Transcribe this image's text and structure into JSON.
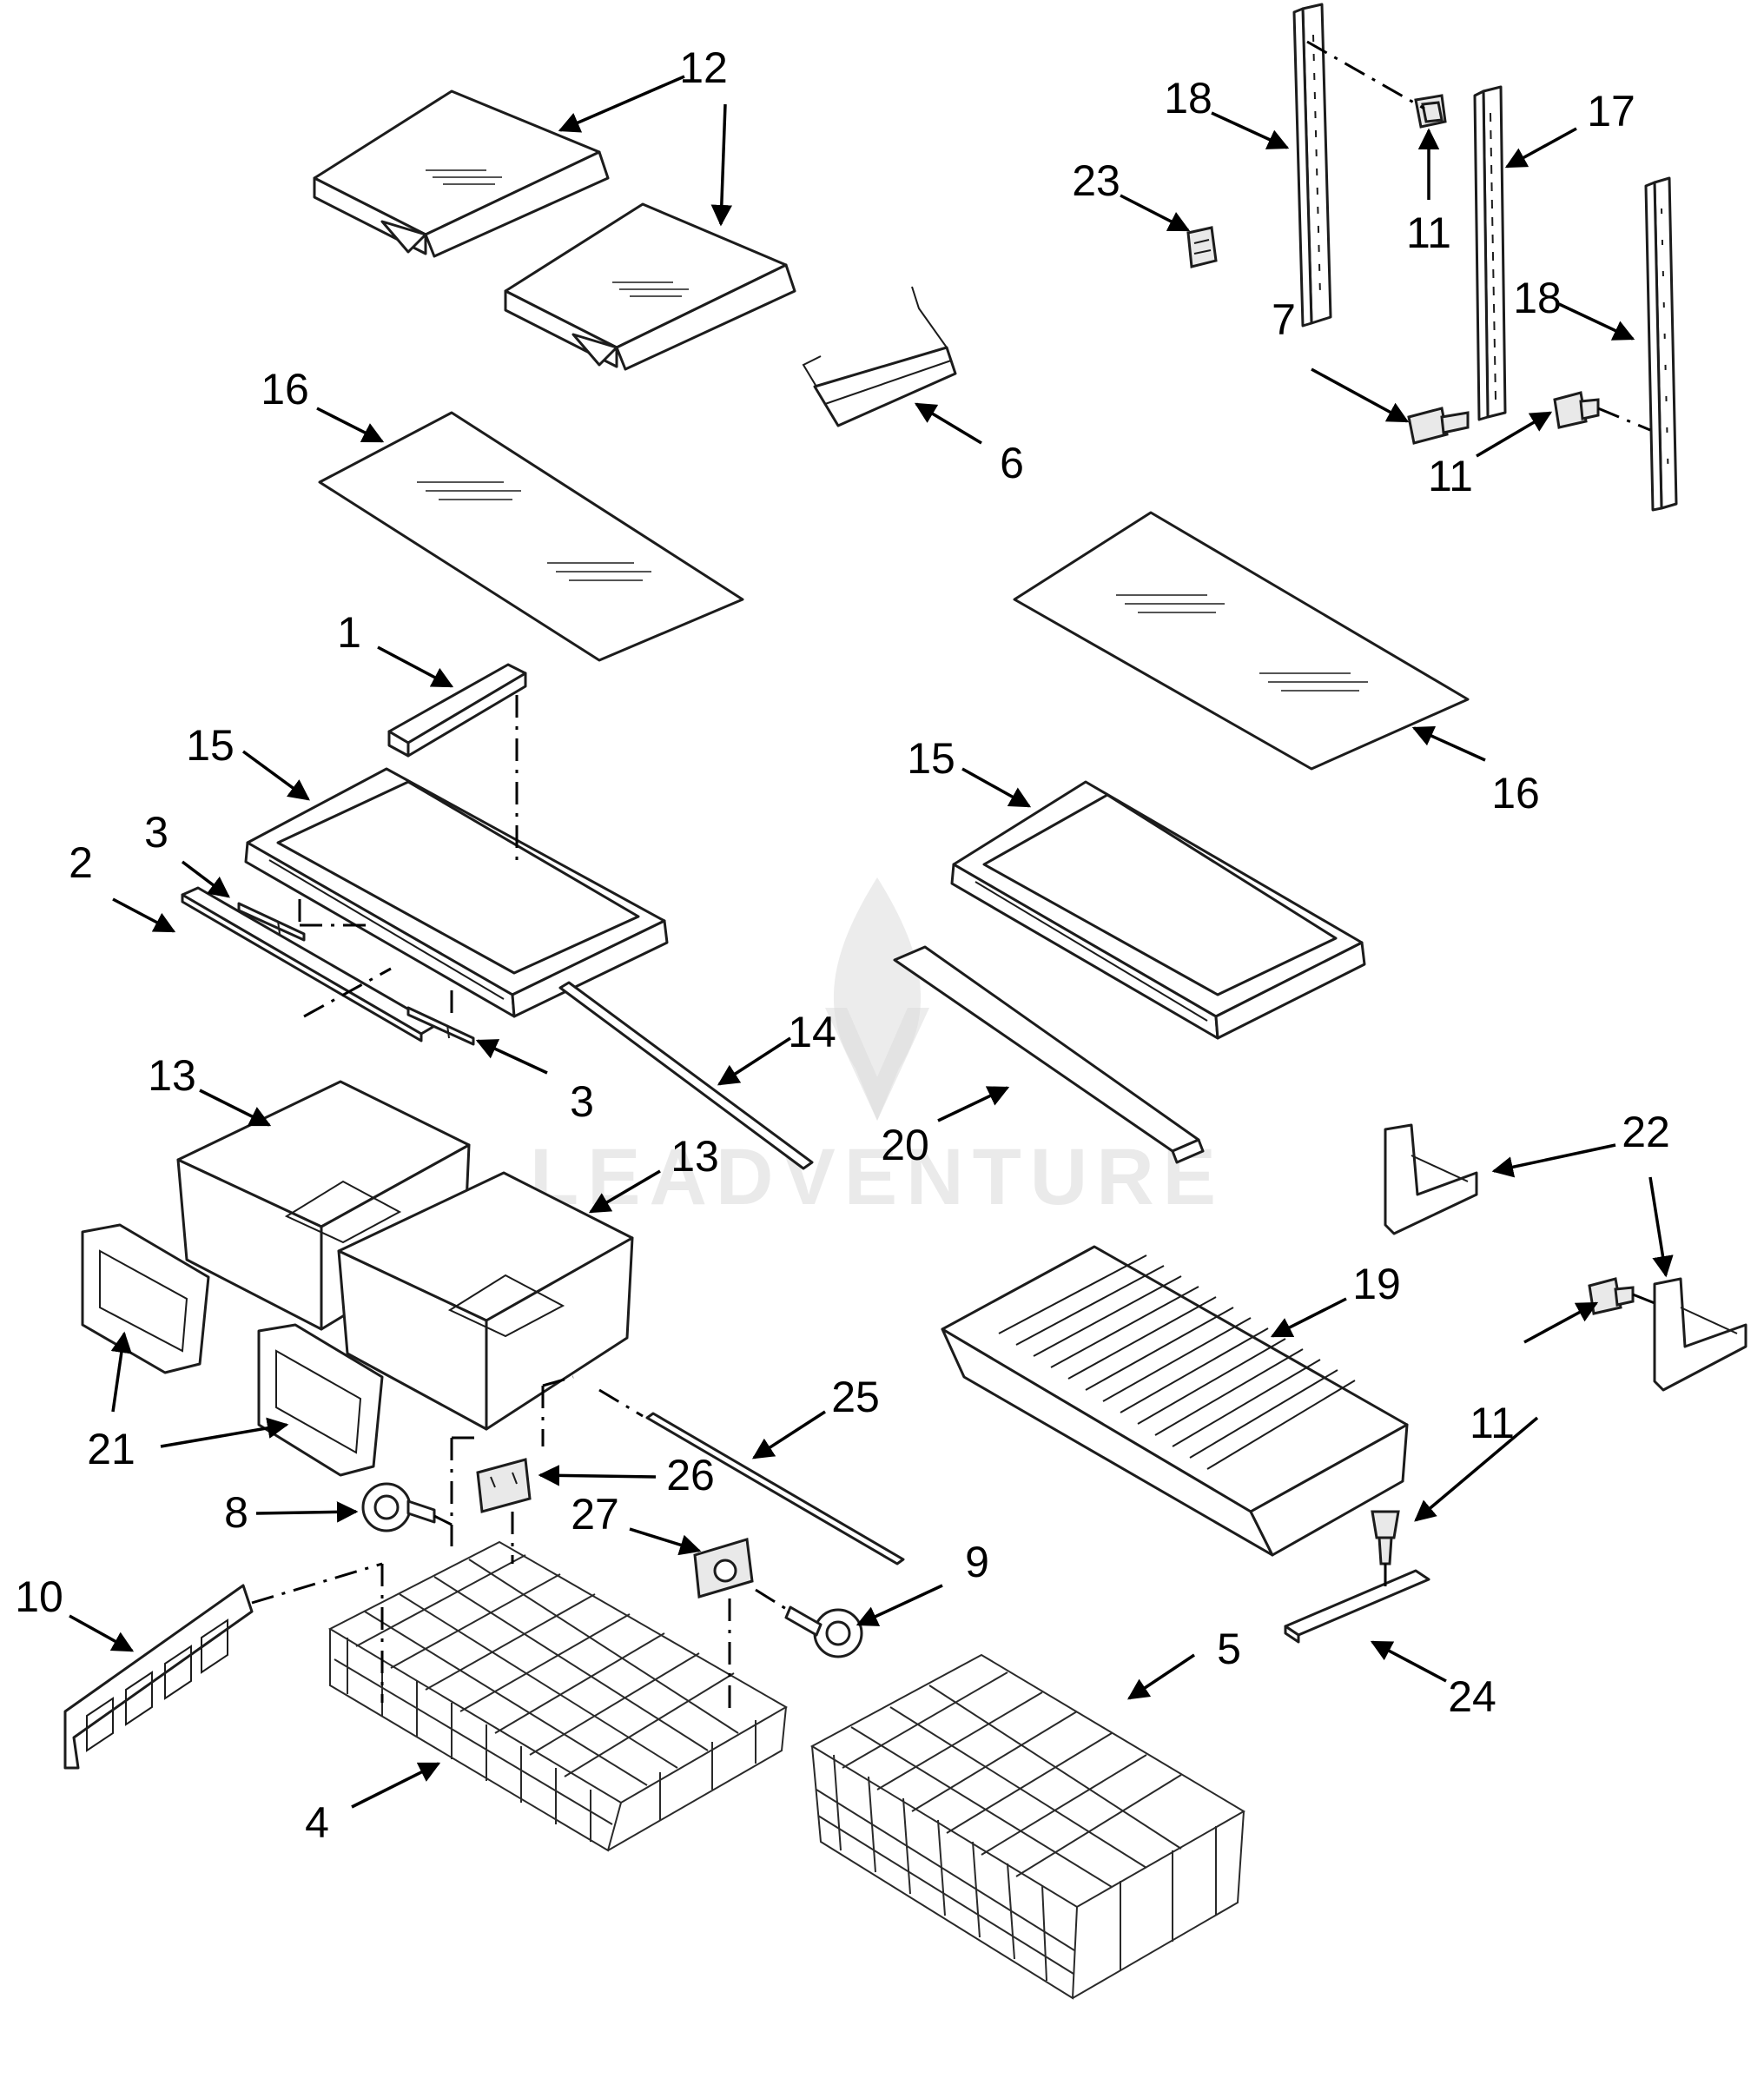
{
  "watermark": {
    "text": "LEADVENTURE"
  },
  "callouts": [
    {
      "id": "c12a",
      "label": "12"
    },
    {
      "id": "c18a",
      "label": "18"
    },
    {
      "id": "c17",
      "label": "17"
    },
    {
      "id": "c23",
      "label": "23"
    },
    {
      "id": "c11a",
      "label": "11"
    },
    {
      "id": "c18b",
      "label": "18"
    },
    {
      "id": "c7",
      "label": "7"
    },
    {
      "id": "c11b",
      "label": "11"
    },
    {
      "id": "c16a",
      "label": "16"
    },
    {
      "id": "c6",
      "label": "6"
    },
    {
      "id": "c1",
      "label": "1"
    },
    {
      "id": "c15a",
      "label": "15"
    },
    {
      "id": "c15b",
      "label": "15"
    },
    {
      "id": "c16b",
      "label": "16"
    },
    {
      "id": "c3a",
      "label": "3"
    },
    {
      "id": "c2",
      "label": "2"
    },
    {
      "id": "c3b",
      "label": "3"
    },
    {
      "id": "c14",
      "label": "14"
    },
    {
      "id": "c13a",
      "label": "13"
    },
    {
      "id": "c13b",
      "label": "13"
    },
    {
      "id": "c20",
      "label": "20"
    },
    {
      "id": "c22",
      "label": "22"
    },
    {
      "id": "c19",
      "label": "19"
    },
    {
      "id": "c21",
      "label": "21"
    },
    {
      "id": "c25",
      "label": "25"
    },
    {
      "id": "c11c",
      "label": "11"
    },
    {
      "id": "c26",
      "label": "26"
    },
    {
      "id": "c8",
      "label": "8"
    },
    {
      "id": "c27",
      "label": "27"
    },
    {
      "id": "c9",
      "label": "9"
    },
    {
      "id": "c10",
      "label": "10"
    },
    {
      "id": "c5",
      "label": "5"
    },
    {
      "id": "c24",
      "label": "24"
    },
    {
      "id": "c4",
      "label": "4"
    }
  ]
}
